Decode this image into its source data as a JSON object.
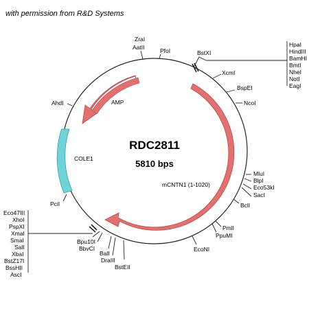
{
  "credit": "with permission from R&D Systems",
  "plasmid": {
    "name": "RDC2811",
    "size": "5810 bps"
  },
  "features": [
    {
      "label": "AMP",
      "color": "#e46f6f"
    },
    {
      "label": "COLE1",
      "color": "#6ed3d6"
    },
    {
      "label": "mCNTN1 (1-1020)",
      "color": "#e46f6f"
    }
  ],
  "sites": {
    "zrai": "ZraI",
    "aatii": "AatII",
    "pfoi": "PfoI",
    "bstxi": "BstXI",
    "xcmi": "XcmI",
    "bspei": "BspEI",
    "ncoi": "NcoI",
    "ahdi": "AhdI",
    "hpai": "HpaI",
    "hindiii": "HindIII",
    "bamhi": "BamHI",
    "bmti": "BmtI",
    "nhei": "NheI",
    "noti": "NotI",
    "eagi": "EagI",
    "mlui": "MluI",
    "blpi": "BlpI",
    "eco53ki": "Eco53kI",
    "saci": "SacI",
    "bcli": "BclI",
    "pmli": "PmlI",
    "ppumi": "PpuMI",
    "econi": "EcoNI",
    "bstelli": "BstEII",
    "drai": "DraIII",
    "bali": "BalI",
    "bbvci": "BbvCI",
    "bpu10i": "Bpu10I",
    "pcii": "PciI",
    "eco47iii": "Eco47III",
    "xhoi": "XhoI",
    "pspxi": "PspXI",
    "xmai": "XmaI",
    "smai": "SmaI",
    "sali": "SalI",
    "xbai": "XbaI",
    "bstz17i": "BstZ17I",
    "bsshii": "BssHII",
    "asci": "AscI"
  }
}
